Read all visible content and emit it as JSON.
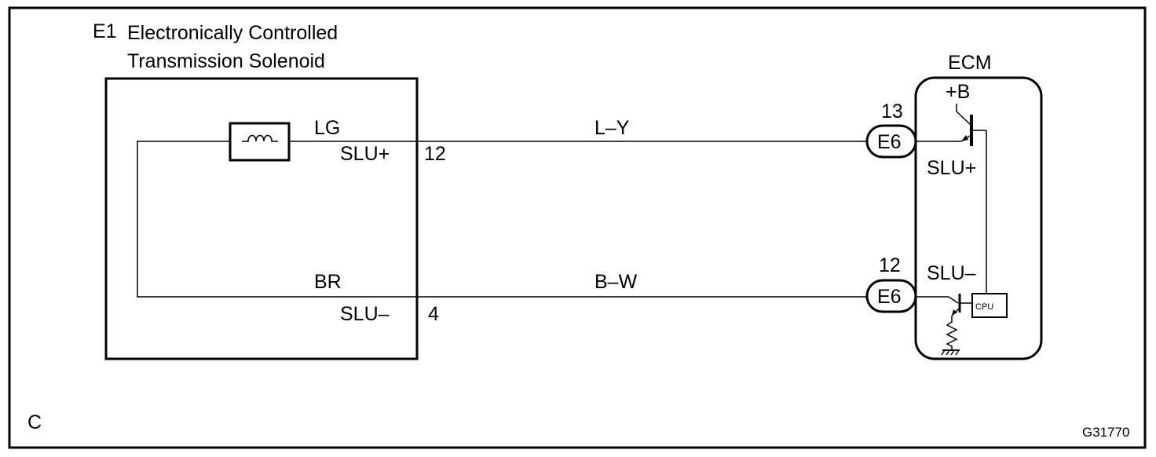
{
  "component": {
    "code": "E1",
    "name_line1": "Electronically Controlled",
    "name_line2": "Transmission Solenoid",
    "top_wire_color": "LG",
    "top_terminal": "SLU+",
    "top_pin": "12",
    "bottom_wire_color": "BR",
    "bottom_terminal": "SLU–",
    "bottom_pin": "4"
  },
  "wires": {
    "top": "L–Y",
    "bottom": "B–W"
  },
  "ecm": {
    "title": "ECM",
    "supply": "+B",
    "top_connector": "E6",
    "top_pin": "13",
    "top_terminal": "SLU+",
    "bottom_connector": "E6",
    "bottom_pin": "12",
    "bottom_terminal": "SLU–",
    "cpu_label": "CPU"
  },
  "corner_label": "C",
  "figure_id": "G31770"
}
